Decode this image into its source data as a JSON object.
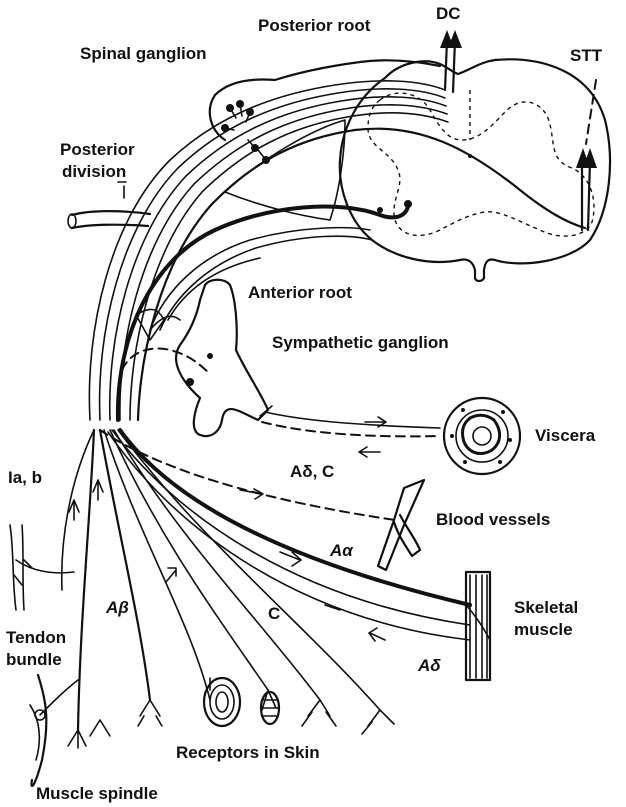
{
  "labels": {
    "posterior_root": "Posterior root",
    "dc": "DC",
    "spinal_ganglion": "Spinal ganglion",
    "stt": "STT",
    "posterior_division_line1": "Posterior",
    "posterior_division_line2": "division",
    "anterior_root": "Anterior root",
    "sympathetic_ganglion": "Sympathetic ganglion",
    "viscera": "Viscera",
    "a_delta_c": "Aδ, C",
    "ia_b": "Ia, b",
    "blood_vessels": "Blood vessels",
    "a_alpha": "Aα",
    "a_beta": "Aβ",
    "c_fiber": "C",
    "skeletal_muscle_line1": "Skeletal",
    "skeletal_muscle_line2": "muscle",
    "tendon_bundle_line1": "Tendon",
    "tendon_bundle_line2": "bundle",
    "a_delta": "Aδ",
    "receptors_in_skin": "Receptors in Skin",
    "muscle_spindle": "Muscle spindle"
  },
  "icons": [
    "spinal-cord",
    "spinal-ganglion",
    "sympathetic-ganglion",
    "viscera",
    "blood-vessel",
    "skeletal-muscle",
    "tendon",
    "muscle-spindle",
    "skin-receptors"
  ],
  "colors": {
    "ink": "#111111",
    "background": "#ffffff"
  }
}
